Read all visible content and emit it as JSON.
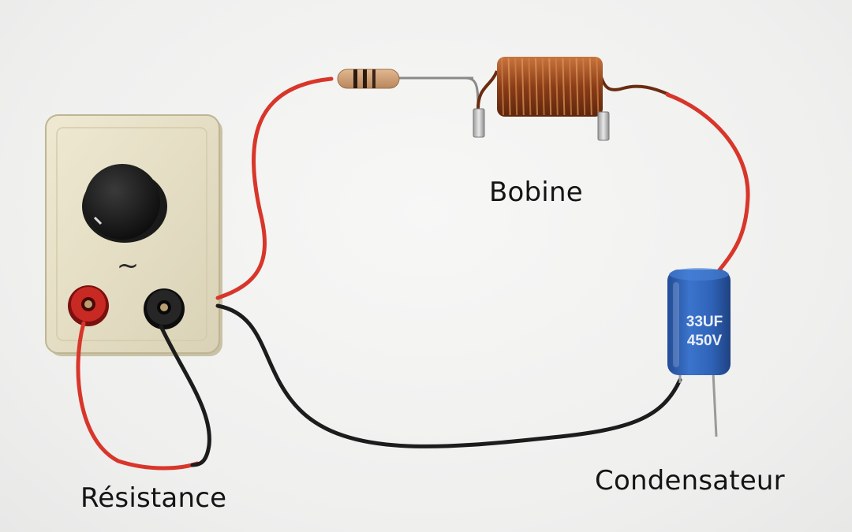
{
  "labels": {
    "inductor": "Bobine",
    "resistor": "Résistance",
    "capacitor": "Condensateur"
  },
  "capacitor": {
    "capacitance_marking": "33UF",
    "voltage_marking": "450V"
  },
  "source": {
    "knob_symbol": "~"
  },
  "colors": {
    "background": "#f2f2f1",
    "red_wire": "#d8362a",
    "black_wire": "#1c1c1c",
    "capacitor_body": "#2f63b8",
    "copper_coil": "#9a4a22",
    "source_case": "#e8e2c9"
  }
}
